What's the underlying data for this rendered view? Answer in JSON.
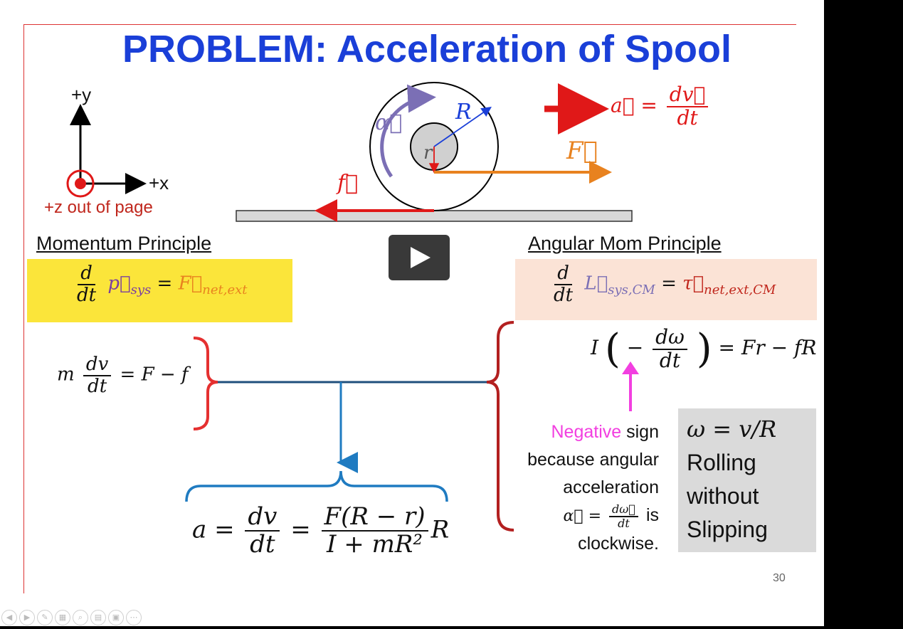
{
  "slide": {
    "title": "PROBLEM: Acceleration of Spool",
    "page_number": "30"
  },
  "axes": {
    "y_label": "+y",
    "x_label": "+x",
    "z_label": "+z out of page"
  },
  "diagram": {
    "alpha": "α⃗",
    "R": "R",
    "r": "r",
    "F": "F⃗",
    "f": "f⃗",
    "accel_lhs": "a⃗ =",
    "accel_num": "dv⃗",
    "accel_den": "dt"
  },
  "momentum": {
    "heading": "Momentum Principle",
    "eq_num": "d",
    "eq_den": "dt",
    "eq_p": "p⃗",
    "eq_p_sub": "sys",
    "eq_eq": "=",
    "eq_F": "F⃗",
    "eq_F_sub": "net,ext",
    "m": "m",
    "dv": "dv",
    "dt": "dt",
    "rhs": "= F − f"
  },
  "angular": {
    "heading": "Angular Mom Principle",
    "eq_num": "d",
    "eq_den": "dt",
    "eq_L": "L⃗",
    "eq_L_sub": "sys,CM",
    "eq_eq": "=",
    "eq_tau": "τ⃗",
    "eq_tau_sub": "net,ext,CM",
    "I": "I",
    "minus": "−",
    "dw": "dω",
    "dt": "dt",
    "rhs": "= Fr − fR"
  },
  "note": {
    "negative": "Negative",
    "sign": "sign",
    "line2": "because angular",
    "line3": "acceleration",
    "alpha_lhs": "α⃗ =",
    "alpha_num": "dω⃗",
    "alpha_den": "dt",
    "is": "is",
    "line5": "clockwise."
  },
  "rolling": {
    "eq": "ω = v/R",
    "line1": "Rolling",
    "line2": "without",
    "line3": "Slipping"
  },
  "result": {
    "lhs": "a =",
    "num1": "dv",
    "den1": "dt",
    "eq": "=",
    "num2": "F(R − r)",
    "den2": "I + mR²",
    "tail": "R"
  },
  "colors": {
    "title": "#1a3fd8",
    "red": "#e01818",
    "orange": "#e8821f",
    "blue": "#1f7bc1",
    "purple": "#7b6fb5",
    "magenta": "#f23fe0",
    "yellow": "#fbe53a",
    "peach": "#fbe3d6",
    "gray": "#dadada"
  },
  "toolbar": {
    "icons": [
      "prev-icon",
      "next-icon",
      "pen-icon",
      "slides-icon",
      "zoom-icon",
      "subtitles-icon",
      "camera-icon",
      "more-icon"
    ]
  }
}
